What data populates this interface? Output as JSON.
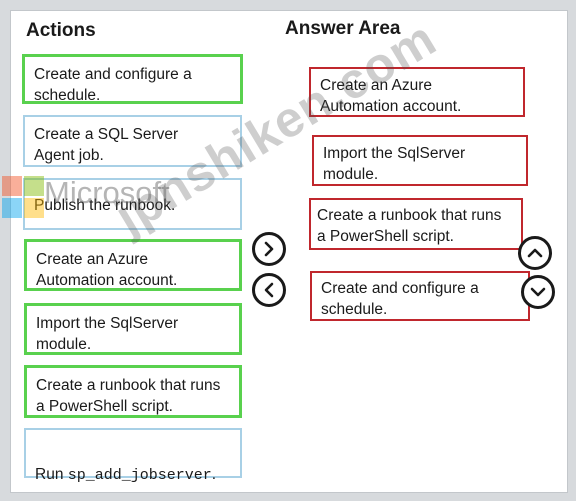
{
  "headings": {
    "actions": "Actions",
    "answer_area": "Answer Area"
  },
  "actions": [
    {
      "text": "Create and configure a\nschedule.",
      "border": "green"
    },
    {
      "text": "Create a SQL Server\nAgent job.",
      "border": "blue"
    },
    {
      "text": "Publish the runbook.",
      "border": "blue"
    },
    {
      "text": "Create an Azure\nAutomation account.",
      "border": "green"
    },
    {
      "text": "Import the SqlServer\nmodule.",
      "border": "green"
    },
    {
      "text": "Create a runbook that runs\na PowerShell script.",
      "border": "green"
    },
    {
      "text_prefix": "Run ",
      "code": "sp_add_jobserver",
      "text_suffix": ".",
      "border": "blue"
    }
  ],
  "answers": [
    {
      "text": "Create an Azure\nAutomation account."
    },
    {
      "text": "Import the SqlServer\nmodule."
    },
    {
      "text": "Create a runbook that runs\na PowerShell script."
    },
    {
      "text": "Create and configure a\nschedule."
    }
  ],
  "controls": {
    "move_right_icon": "chevron-right-icon",
    "move_left_icon": "chevron-left-icon",
    "move_up_icon": "chevron-up-icon",
    "move_down_icon": "chevron-down-icon"
  },
  "watermarks": {
    "logo_text": "Microsoft",
    "site_text": "jpnshiken.com"
  },
  "colors": {
    "green_border": "#59d14e",
    "blue_border": "#a8d0e6",
    "red_border": "#c0272d",
    "logo_red": "#f25022",
    "logo_green": "#7fba00",
    "logo_blue": "#00a4ef",
    "logo_yellow": "#ffb900"
  }
}
